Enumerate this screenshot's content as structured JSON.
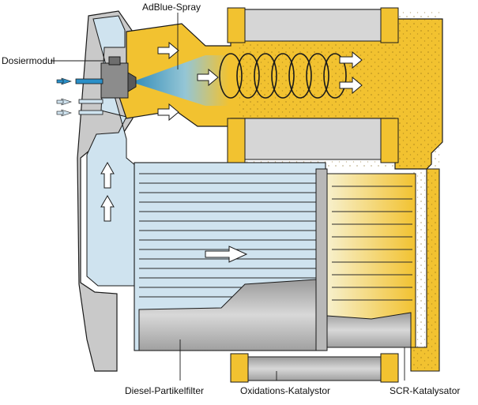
{
  "labels": {
    "dosiermodul": "Dosiermodul",
    "adblue_spray": "AdBlue-Spray",
    "diesel_partikelfilter": "Diesel-Partikelfilter",
    "oxidations_katalysator": "Oxidations-Katalystor",
    "scr_katalysator": "SCR-Katalysator"
  },
  "colors": {
    "housing_gray": "#c9c9c9",
    "housing_dark": "#8c8c8c",
    "exhaust_blue": "#cfe3ef",
    "adblue_spray": "#2a8fc8",
    "mix_yellow": "#f2c230",
    "pale_yellow": "#f7e7a6",
    "outline": "#1a1a1a"
  }
}
